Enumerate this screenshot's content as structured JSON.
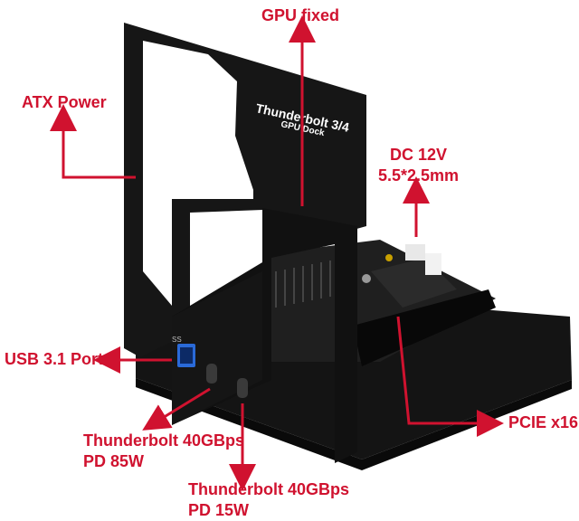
{
  "labels": {
    "gpu_fixed": "GPU fixed",
    "atx_power": "ATX Power",
    "dc_line1": "DC 12V",
    "dc_line2": "5.5*2.5mm",
    "usb": "USB 3.1 Port",
    "tb85_line1": "Thunderbolt 40GBps",
    "tb85_line2": "PD 85W",
    "pcie": "PCIE x16",
    "tb15_line1": "Thunderbolt 40GBps",
    "tb15_line2": "PD 15W"
  },
  "panel_text": {
    "line1": "Thunderbolt 3/4",
    "line2": "GPU Dock"
  },
  "colors": {
    "accent": "#d0122f",
    "metal": "#161616",
    "board": "#1c1c1c"
  }
}
